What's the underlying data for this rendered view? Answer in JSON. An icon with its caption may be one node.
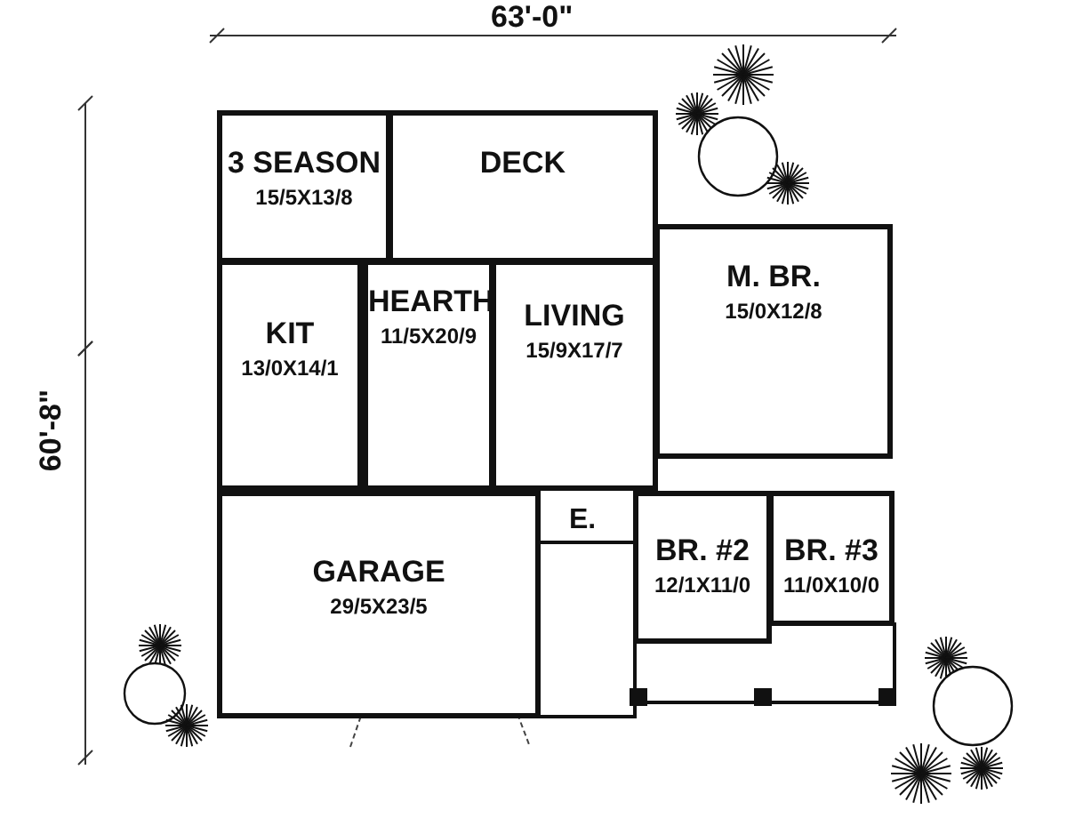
{
  "diagram": {
    "nodes": [
      {
        "text": [
          "3 SEASON",
          "15/5X13/8"
        ]
      },
      {
        "text": [
          "DECK"
        ]
      },
      {
        "text": [
          "M. BR.",
          "15/0X12/8"
        ]
      },
      {
        "text": [
          "KIT",
          "13/0X14/1"
        ]
      },
      {
        "text": [
          "HEARTH",
          "11/5X20/9"
        ]
      },
      {
        "text": [
          "LIVING",
          "15/9X17/7"
        ]
      },
      {
        "text": [
          "GARAGE",
          "29/5X23/5"
        ]
      },
      {
        "text": [
          "BR. #2",
          "12/1X11/0"
        ]
      },
      {
        "text": [
          "BR. #3",
          "11/0X10/0"
        ]
      }
    ],
    "labels": [
      "63'-0\"",
      "60'-8\"",
      "E."
    ]
  }
}
